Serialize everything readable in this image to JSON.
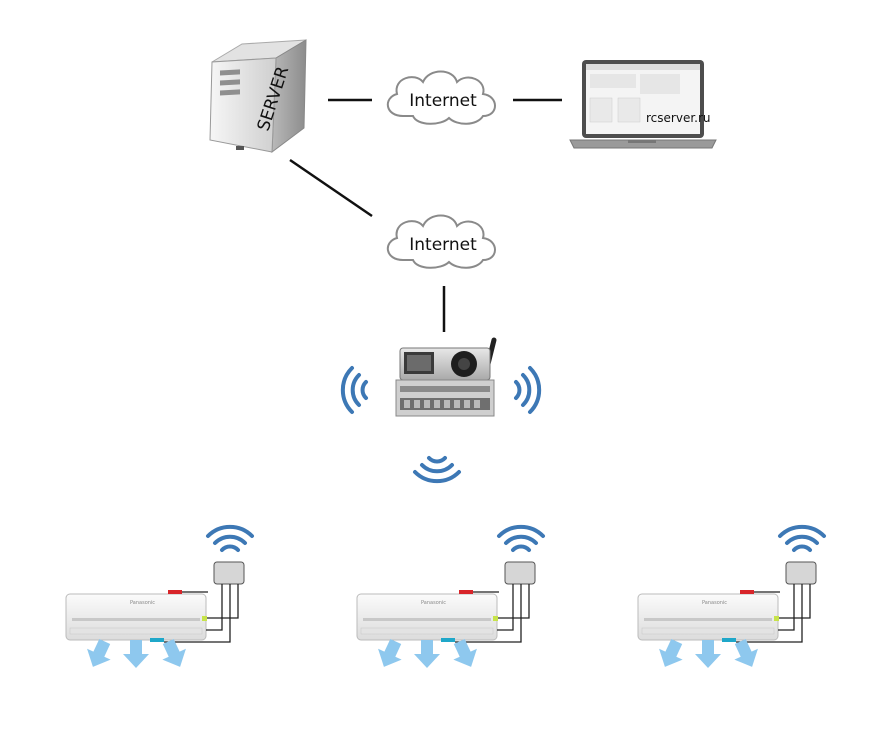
{
  "server": {
    "label": "SERVER"
  },
  "clouds": [
    {
      "label": "Internet"
    },
    {
      "label": "Internet"
    }
  ],
  "laptop": {
    "url": "rcserver.ru"
  },
  "ac_units": [
    {
      "brand": "Panasonic"
    },
    {
      "brand": "Panasonic"
    },
    {
      "brand": "Panasonic"
    }
  ],
  "colors": {
    "wifi": "#3d78b5",
    "airflow": "#8ec8ee",
    "line": "#111111",
    "red_led": "#d8252a",
    "cyan_led": "#1fa7c9",
    "green_led": "#c7e34a"
  }
}
